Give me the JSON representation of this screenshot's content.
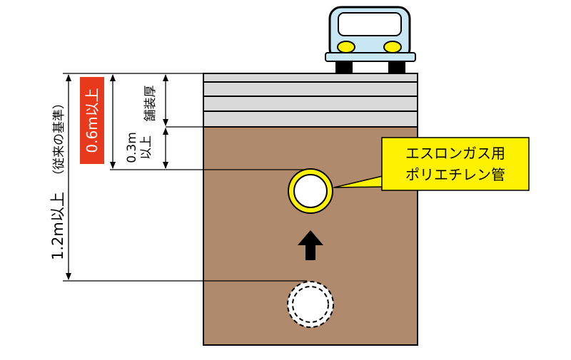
{
  "labels": {
    "total_depth": "1.2m以上",
    "total_depth_note": "（従来の基準）",
    "new_standard": "0.6m以上",
    "depth_below_pavement_value": "0.3m",
    "depth_below_pavement_suffix": "以上",
    "pavement_thickness": "舗装厚",
    "callout_line1": "エスロンガス用",
    "callout_line2": "ポリエチレン管"
  },
  "colors": {
    "soil": "#b08a6c",
    "pavement": "#d9d9d9",
    "callout_fill": "#fff200",
    "pipe_ring": "#fff200",
    "highlight_badge": "#e8391d",
    "vehicle_body": "#c9e6f5",
    "vehicle_lights": "#fff200"
  },
  "icons": {
    "vehicle": "truck-icon",
    "direction": "up-arrow-icon"
  }
}
